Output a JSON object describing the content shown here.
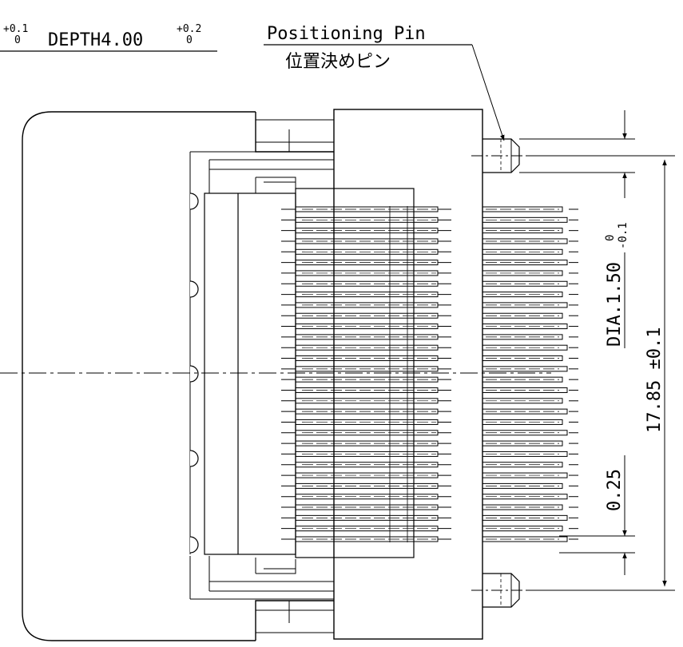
{
  "annotations": {
    "tolerance_top_left": {
      "upper": "+0.1",
      "lower": "0"
    },
    "depth_label": "DEPTH4.00",
    "depth_tolerance": {
      "upper": "+0.2",
      "lower": "0"
    },
    "positioning_pin_en": "Positioning Pin",
    "positioning_pin_jp": "位置決めピン"
  },
  "dimensions": {
    "pin_diameter": {
      "text": "DIA.1.50",
      "upper": "0",
      "lower": "-0.1"
    },
    "pin_spacing": {
      "text": "17.85 ±0.1"
    },
    "pitch": {
      "text": "0.25"
    }
  },
  "contacts": {
    "count": 32
  }
}
